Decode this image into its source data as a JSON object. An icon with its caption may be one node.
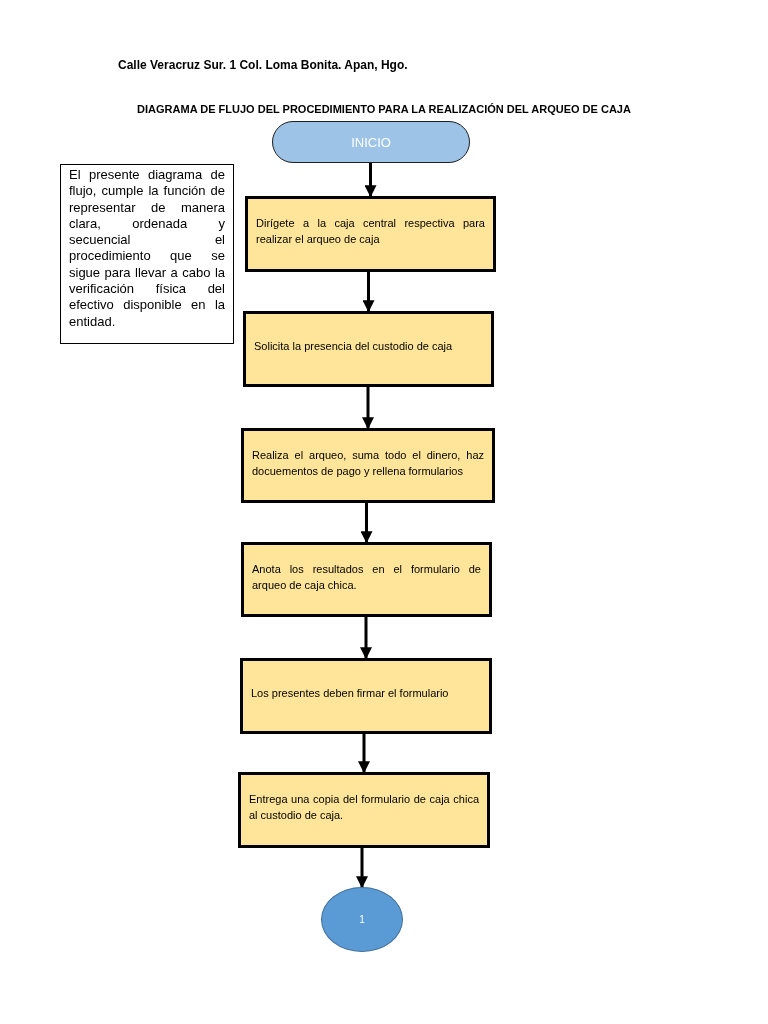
{
  "diagram": {
    "title": "DIAGRAMA DE FLUJO DEL PROCEDIMIENTO PARA LA REALIZACIÓN DEL ARQUEO DE CAJA",
    "nodes": [
      {
        "text": [
          "INICIO"
        ]
      },
      {
        "text": [
          "El presente diagrama de flujo, cumple la función de representar de manera clara, ordenada y secuencial el procedimiento que se sigue para llevar a cabo la verificación física del efectivo disponible en la entidad."
        ]
      },
      {
        "text": [
          "Dirígete a la caja central respectiva para realizar el arqueo de caja"
        ]
      },
      {
        "text": [
          "Solicita la presencia del custodio de caja"
        ]
      },
      {
        "text": [
          "Realiza el arqueo, suma todo el dinero, haz docuementos de pago y rellena formularios"
        ]
      },
      {
        "text": [
          "Anota los resultados en el formulario de arqueo de caja chica."
        ]
      },
      {
        "text": [
          "Los presentes deben firmar el formulario"
        ]
      },
      {
        "text": [
          "Entrega una copia del formulario de caja chica al custodio de caja."
        ]
      },
      {
        "text": [
          "1"
        ]
      }
    ],
    "edges": [
      {
        "from": 0,
        "to": 2,
        "arrow": "to"
      },
      {
        "from": 2,
        "to": 3,
        "arrow": "to"
      },
      {
        "from": 3,
        "to": 4,
        "arrow": "to"
      },
      {
        "from": 4,
        "to": 5,
        "arrow": "to"
      },
      {
        "from": 5,
        "to": 6,
        "arrow": "to"
      },
      {
        "from": 6,
        "to": 7,
        "arrow": "to"
      },
      {
        "from": 7,
        "to": 8,
        "arrow": "to"
      }
    ],
    "labels": [
      "Calle Veracruz Sur. 1 Col. Loma Bonita. Apan, Hgo."
    ]
  }
}
